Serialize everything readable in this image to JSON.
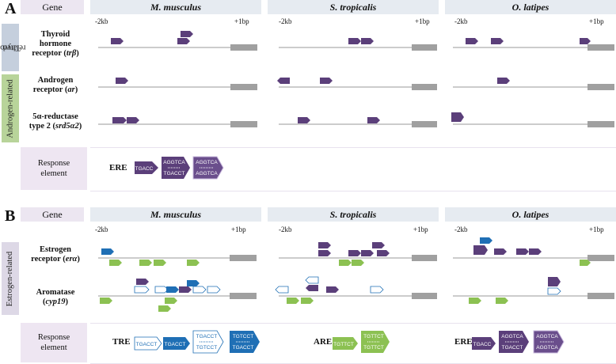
{
  "panels": {
    "A": {
      "letter": "A",
      "gene_header": "Gene",
      "species": [
        "M. musculus",
        "S. tropicalis",
        "O. latipes"
      ],
      "range_start": "-2kb",
      "range_end": "+1bp",
      "groups": [
        {
          "name": "Thyroid-related",
          "lines": [
            "Thyroid-",
            "related"
          ],
          "color": "#c5cfdd"
        },
        {
          "name": "Androgen-related",
          "lines": [
            "Androgen-related"
          ],
          "color": "#b8d49a"
        }
      ],
      "genes": [
        {
          "line1": "Thyroid",
          "line2": "hormone",
          "line3": "receptor (",
          "symbol": "trβ",
          "close": ")"
        },
        {
          "line1": "Androgen",
          "line2": "receptor (",
          "symbol": "ar",
          "close": ")"
        },
        {
          "line1": "5α-reductase",
          "line2": "type 2 (",
          "symbol": "srd5α2",
          "close": ")"
        }
      ],
      "response": {
        "label_line1": "Response",
        "label_line2": "element",
        "type": "ERE",
        "half_site": "TGACC",
        "full_top": "AGGTCA",
        "full_bottom": "TGACCT",
        "full2_bottom": "AGGTCA"
      }
    },
    "B": {
      "letter": "B",
      "gene_header": "Gene",
      "species": [
        "M. musculus",
        "S. tropicalis",
        "O. latipes"
      ],
      "range_start": "-2kb",
      "range_end": "+1bp",
      "groups": [
        {
          "name": "Estrogen-related",
          "lines": [
            "Estrogen-related"
          ],
          "color": "#ddd8e6"
        }
      ],
      "genes": [
        {
          "line1": "Estrogen",
          "line2": "receptor (",
          "symbol": "erα",
          "close": ")"
        },
        {
          "line1": "Aromatase",
          "line2": "(",
          "symbol": "cyp19",
          "close": ")"
        }
      ],
      "response": {
        "label_line1": "Response",
        "label_line2": "element",
        "tre": {
          "type": "TRE",
          "half_site": "TGACCT",
          "full_top": "TGACCT",
          "full_bottom": "TGTCCT"
        },
        "are": {
          "type": "ARE",
          "half_site": "TGTTCT",
          "full_top": "TGTTCT",
          "full_bottom": "TGTTCT"
        },
        "ere": {
          "type": "ERE",
          "half_site": "TGACC",
          "full_top": "AGGTCA",
          "full_bottom": "TGACCT",
          "full2_bottom": "AGGTCA"
        }
      }
    }
  },
  "colors": {
    "ere": "#5b3f7a",
    "tre": "#1f6fb5",
    "are": "#8cc152",
    "promoter_line": "#9a9a9a",
    "gene_box": "#a0a0a0"
  }
}
